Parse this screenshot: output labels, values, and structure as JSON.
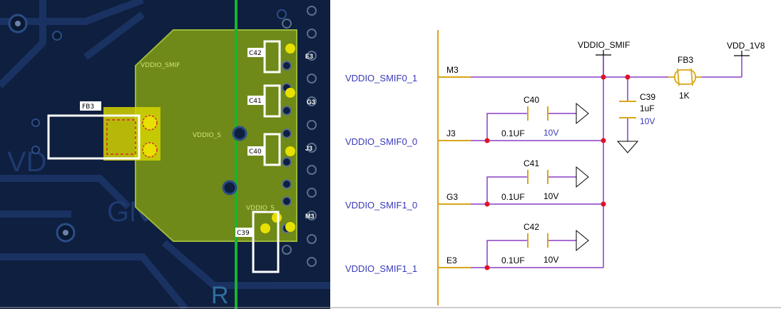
{
  "pcb": {
    "net_labels": [
      "VDDIO_SMIF",
      "VDDIO_S",
      "VDDIO_S"
    ],
    "components": [
      "FB3",
      "C42",
      "C41",
      "C40",
      "C39"
    ],
    "pins": [
      "E3",
      "G3",
      "J3",
      "M3"
    ],
    "watermark": "R"
  },
  "schematic": {
    "nets": {
      "smif0_1": "VDDIO_SMIF0_1",
      "smif0_0": "VDDIO_SMIF0_0",
      "smif1_0": "VDDIO_SMIF1_0",
      "smif1_1": "VDDIO_SMIF1_1",
      "vddio_smif": "VDDIO_SMIF",
      "vdd_1v8": "VDD_1V8"
    },
    "pins": {
      "m3": "M3",
      "j3": "J3",
      "g3": "G3",
      "e3": "E3"
    },
    "fb3": {
      "ref": "FB3",
      "value": "1K"
    },
    "c39": {
      "ref": "C39",
      "value": "1uF",
      "voltage": "10V"
    },
    "c40": {
      "ref": "C40",
      "value": "0.1UF",
      "voltage": "10V"
    },
    "c41": {
      "ref": "C41",
      "value": "0.1UF",
      "voltage": "10V"
    },
    "c42": {
      "ref": "C42",
      "value": "0.1UF",
      "voltage": "10V"
    }
  },
  "colors": {
    "pcb_bg": "#0e1f3f",
    "copper_pour": "#6f8a18",
    "pad_yellow": "#e8e000",
    "net_purple": "#8a3fc4",
    "pin_gold": "#d9a51a",
    "cap_gold": "#d9a51a",
    "junction_red": "#e0102a",
    "net_label_blue": "#3a3ab8",
    "green_trace": "#19b330"
  }
}
